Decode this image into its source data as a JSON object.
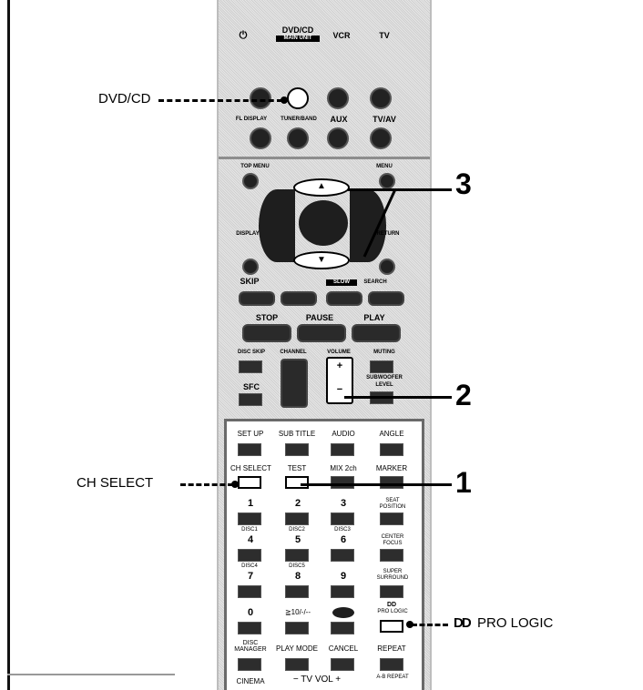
{
  "callouts": {
    "dvd_cd": "DVD/CD",
    "ch_select": "CH SELECT",
    "pro_logic": "PRO LOGIC",
    "pro_logic_logo": "DD",
    "step1": "1",
    "step2": "2",
    "step3": "3"
  },
  "remote": {
    "row1": {
      "power_symbol": "⏻",
      "dvd_cd": "DVD/CD",
      "main_unit": "MAIN UNIT",
      "vcr": "VCR",
      "tv": "TV"
    },
    "row2": {
      "fl_display": "FL DISPLAY",
      "tuner_band": "TUNER/BAND",
      "aux": "AUX",
      "tv_av": "TV/AV"
    },
    "nav": {
      "top_menu": "TOP MENU",
      "menu": "MENU",
      "display": "DISPLAY",
      "return": "RETURN",
      "up": "▲",
      "down": "▼"
    },
    "transport": {
      "skip": "SKIP",
      "slow": "SLOW",
      "search": "SEARCH",
      "stop": "STOP",
      "pause": "PAUSE",
      "play": "PLAY"
    },
    "mid": {
      "disc_skip": "DISC SKIP",
      "channel": "CHANNEL",
      "volume": "VOLUME",
      "muting": "MUTING",
      "sfc": "SFC",
      "plus": "+",
      "minus": "−",
      "subwoofer": "SUBWOOFER",
      "level": "LEVEL"
    },
    "lower": {
      "row_a": [
        "SET UP",
        "SUB TITLE",
        "AUDIO",
        "ANGLE"
      ],
      "row_b": [
        "CH SELECT",
        "TEST",
        "MIX 2ch",
        "MARKER"
      ],
      "digits1": [
        "1",
        "2",
        "3"
      ],
      "seat_position": "SEAT POSITION",
      "discs1": [
        "DISC1",
        "DISC2",
        "DISC3"
      ],
      "digits2": [
        "4",
        "5",
        "6"
      ],
      "center_focus": "CENTER FOCUS",
      "discs2": [
        "DISC4",
        "DISC5"
      ],
      "digits3": [
        "7",
        "8",
        "9"
      ],
      "super_surround": "SUPER SURROUND",
      "digits4": [
        "0",
        "≧10/-/--"
      ],
      "pro_logic": "PRO LOGIC",
      "pro_logic_logo": "DD",
      "row_e": [
        "DISC MANAGER",
        "PLAY MODE",
        "CANCEL",
        "REPEAT"
      ],
      "row_f": [
        "CINEMA",
        "− TV VOL +",
        "A-B REPEAT"
      ]
    }
  }
}
